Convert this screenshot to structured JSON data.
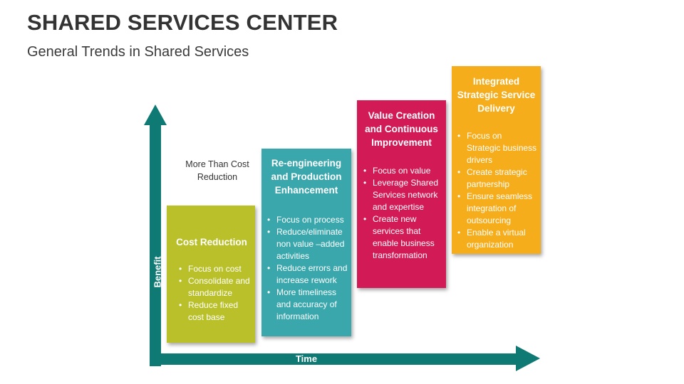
{
  "header": {
    "title": "SHARED SERVICES CENTER",
    "subtitle": "General Trends in Shared Services"
  },
  "axes": {
    "y_label": "Benefit",
    "x_label": "Time",
    "color": "#0e7a73"
  },
  "note": "More Than Cost Reduction",
  "cards": [
    {
      "title": "Cost Reduction",
      "color": "#b9c02a",
      "bullets": [
        "Focus on cost",
        "Consolidate and standardize",
        "Reduce fixed cost base"
      ]
    },
    {
      "title": "Re-engineering and Production Enhancement",
      "color": "#3aa7ac",
      "bullets": [
        "Focus on process",
        "Reduce/eliminate non value –added activities",
        "Reduce errors and increase rework",
        "More timeliness and accuracy of information"
      ]
    },
    {
      "title": "Value Creation and Continuous Improvement",
      "color": "#d11a56",
      "bullets": [
        "Focus on value",
        "Leverage Shared Services network and expertise",
        "Create new services that enable business transformation"
      ]
    },
    {
      "title": "Integrated Strategic Service Delivery",
      "color": "#f6ad1c",
      "bullets": [
        "Focus on Strategic business drivers",
        "Create strategic partnership",
        "Ensure seamless integration of outsourcing",
        "Enable a virtual organization"
      ]
    }
  ]
}
